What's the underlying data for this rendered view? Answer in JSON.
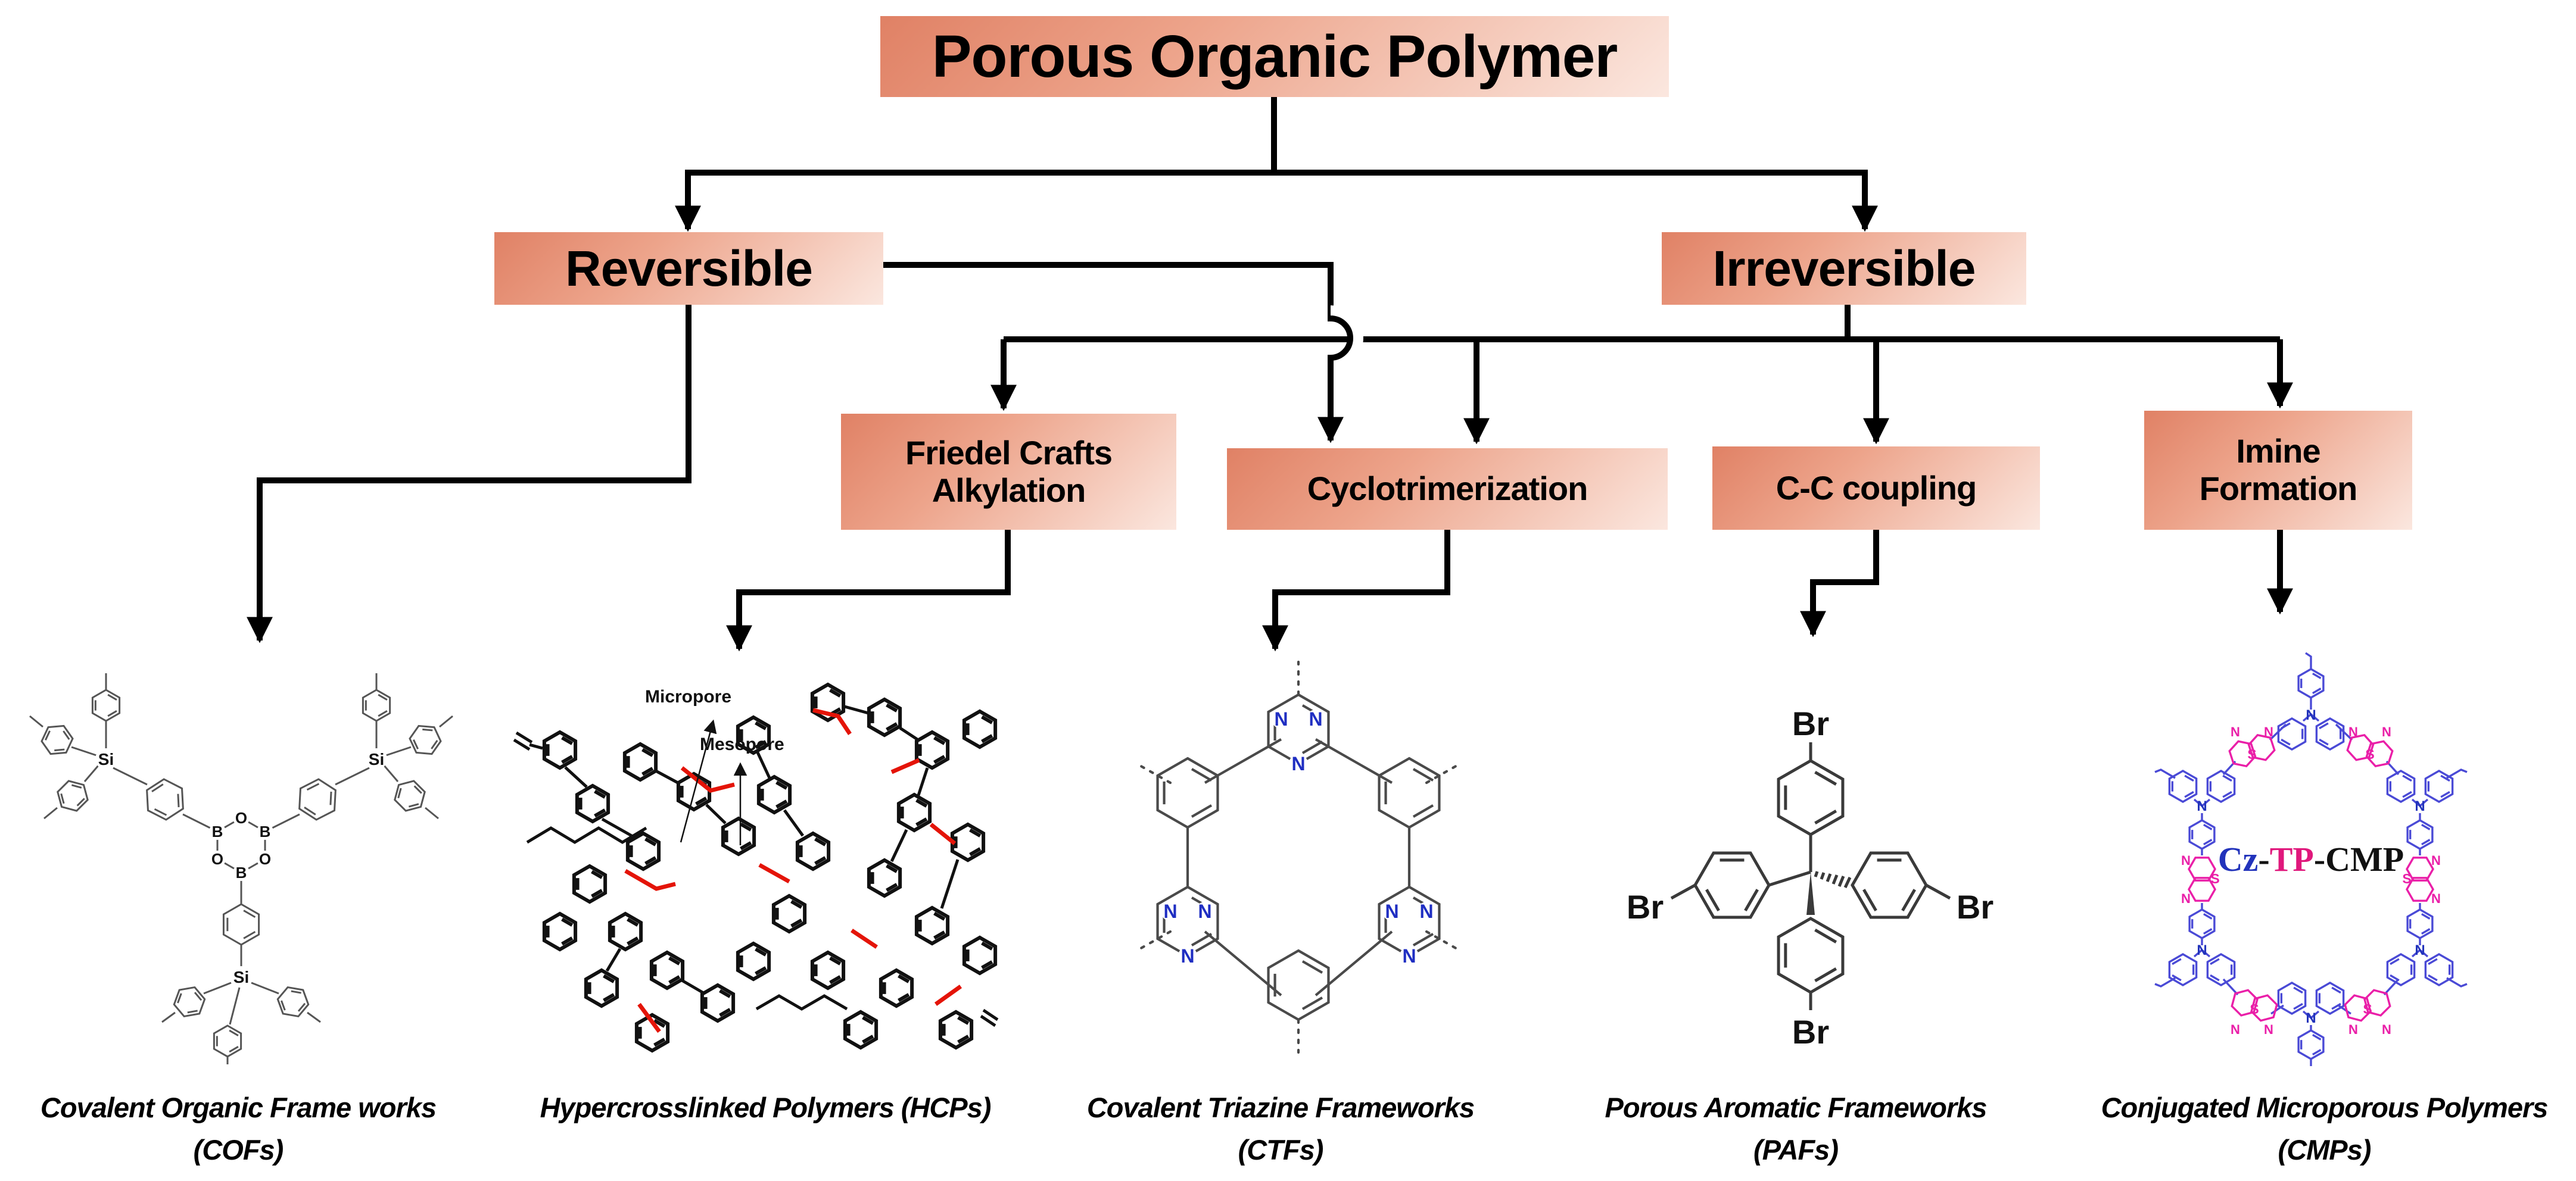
{
  "diagram_title": "Porous Organic Polymer",
  "branches": {
    "reversible": "Reversible",
    "irreversible": "Irreversible"
  },
  "reactions": {
    "friedel_crafts": {
      "line1": "Friedel Crafts",
      "line2": "Alkylation"
    },
    "cyclotrimerization": {
      "label": "Cyclotrimerization"
    },
    "cc_coupling": {
      "label": "C-C coupling"
    },
    "imine_formation": {
      "line1": "Imine",
      "line2": "Formation"
    }
  },
  "polymers": [
    {
      "name": "Covalent Organic Frame works",
      "abbr": "(COFs)"
    },
    {
      "name": "Hypercrosslinked Polymers",
      "abbr": "(HCPs)"
    },
    {
      "name": "Covalent Triazine Frameworks",
      "abbr": "(CTFs)"
    },
    {
      "name": "Porous Aromatic Frameworks",
      "abbr": "(PAFs)"
    },
    {
      "name": "Conjugated Microporous Polymers",
      "abbr": "(CMPs)"
    }
  ],
  "structures": {
    "cof": {
      "atoms": {
        "B": "B",
        "O": "O",
        "Si": "Si"
      }
    },
    "hcp": {
      "annotations": {
        "micropore": "Micropore",
        "mesopore": "Mesopore"
      }
    },
    "ctf": {
      "atoms": {
        "N": "N"
      }
    },
    "paf": {
      "atoms": {
        "Br": "Br"
      }
    },
    "cmp": {
      "atoms": {
        "N": "N",
        "S": "S"
      },
      "center_label": {
        "cz": "Cz",
        "sep1": "-",
        "tp": "TP",
        "sep2": "-",
        "cmp": "CMP"
      }
    }
  },
  "colors": {
    "box_gradient_start": "#e08165",
    "box_gradient_end": "#fbe7df",
    "connector_black": "#000000",
    "hcp_crosslink_red": "#e41408",
    "ctf_line_gray": "#4a4a4a",
    "ctf_nitrogen_blue": "#1f2ec2",
    "paf_line_gray": "#3a3a3a",
    "cmp_carbazole_blue": "#4a4ad6",
    "cmp_tp_pink": "#ea1fa8",
    "cmp_label_cz_blue": "#2233bb",
    "cmp_label_tp_pink": "#e0187c"
  }
}
